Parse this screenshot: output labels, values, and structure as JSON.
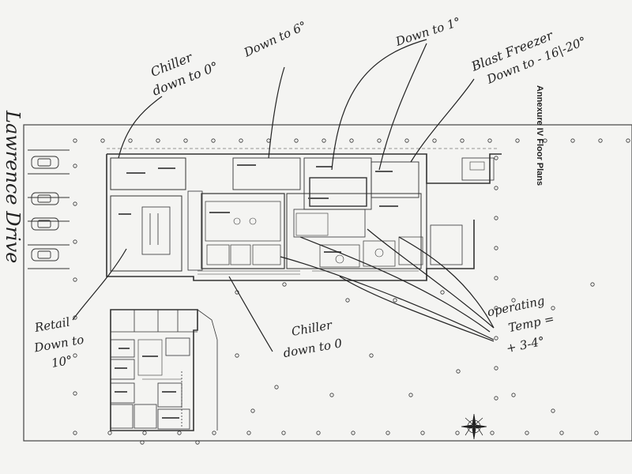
{
  "document": {
    "title": "Annexure IV Floor Plans"
  },
  "street_label": "Lawrence Drive",
  "annotations": {
    "chiller_top": [
      "Chiller",
      "down to 0°"
    ],
    "down_to_6": "Down to 6°",
    "down_to_1": "Down to 1°",
    "blast_freezer": [
      "Blast Freezer",
      "Down to - 16|-20°"
    ],
    "retail": [
      "Retail",
      "Down to",
      "10°"
    ],
    "chiller_bottom": [
      "Chiller",
      "down to 0"
    ],
    "operating_temp": [
      "operating",
      "Temp =",
      "+ 3-4°"
    ]
  },
  "colors": {
    "ink": "#222222",
    "paper": "#f4f4f2",
    "plan_line": "#333333"
  }
}
